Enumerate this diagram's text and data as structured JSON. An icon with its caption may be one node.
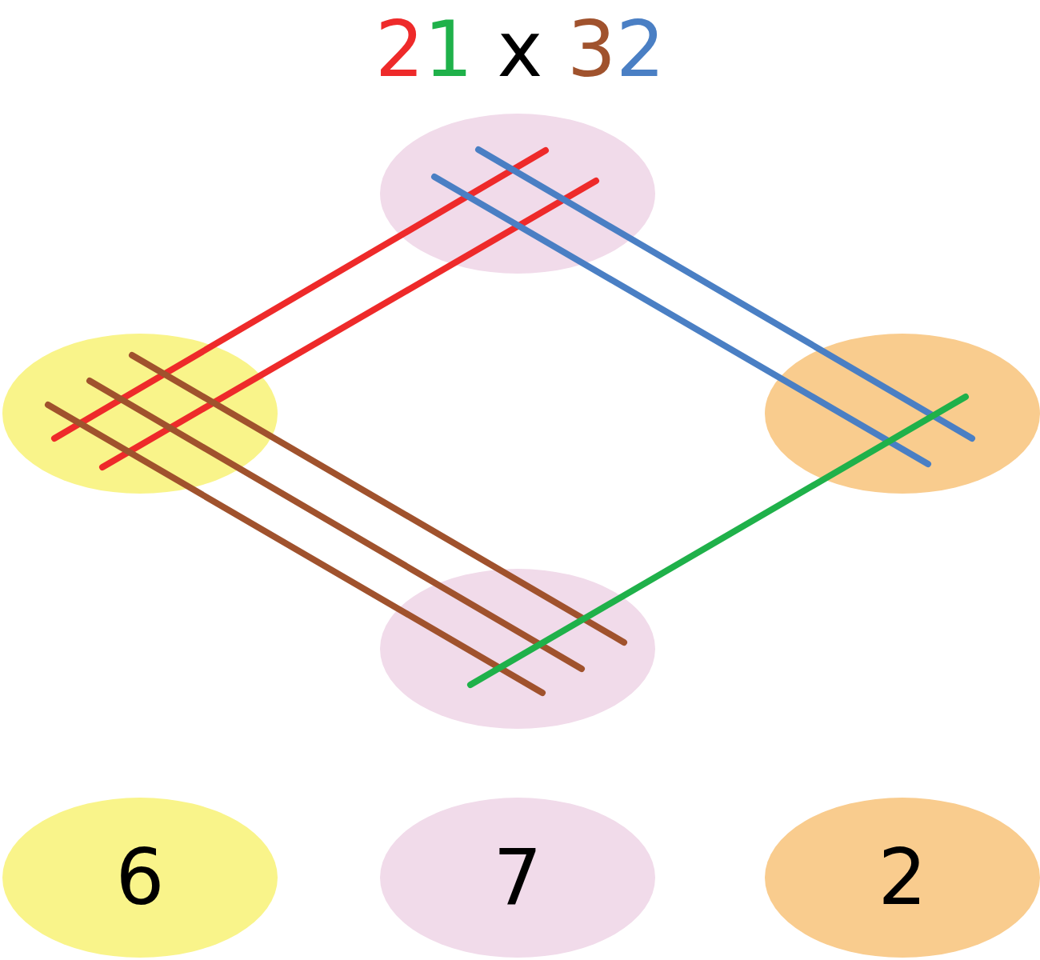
{
  "diagram": {
    "title": "21 x 32",
    "nodes": [
      {
        "text": [],
        "shape": "circle"
      },
      {
        "text": [],
        "shape": "circle"
      },
      {
        "text": [],
        "shape": "circle"
      },
      {
        "text": [],
        "shape": "circle"
      },
      {
        "text": [
          "6"
        ]
      },
      {
        "text": [
          "7"
        ]
      },
      {
        "text": [
          "2"
        ]
      }
    ],
    "edges": [
      {
        "from": 0,
        "to": 1,
        "arrow": "none",
        "color": "#ee2a2a"
      },
      {
        "from": 0,
        "to": 1,
        "arrow": "none",
        "color": "#ee2a2a"
      },
      {
        "from": 0,
        "to": 2,
        "arrow": "none",
        "color": "#4a7fc4"
      },
      {
        "from": 0,
        "to": 2,
        "arrow": "none",
        "color": "#4a7fc4"
      },
      {
        "from": 1,
        "to": 3,
        "arrow": "none",
        "color": "#a0522d"
      },
      {
        "from": 1,
        "to": 3,
        "arrow": "none",
        "color": "#a0522d"
      },
      {
        "from": 1,
        "to": 3,
        "arrow": "none",
        "color": "#a0522d"
      },
      {
        "from": 2,
        "to": 3,
        "arrow": "none",
        "color": "#1fb14a"
      }
    ]
  }
}
